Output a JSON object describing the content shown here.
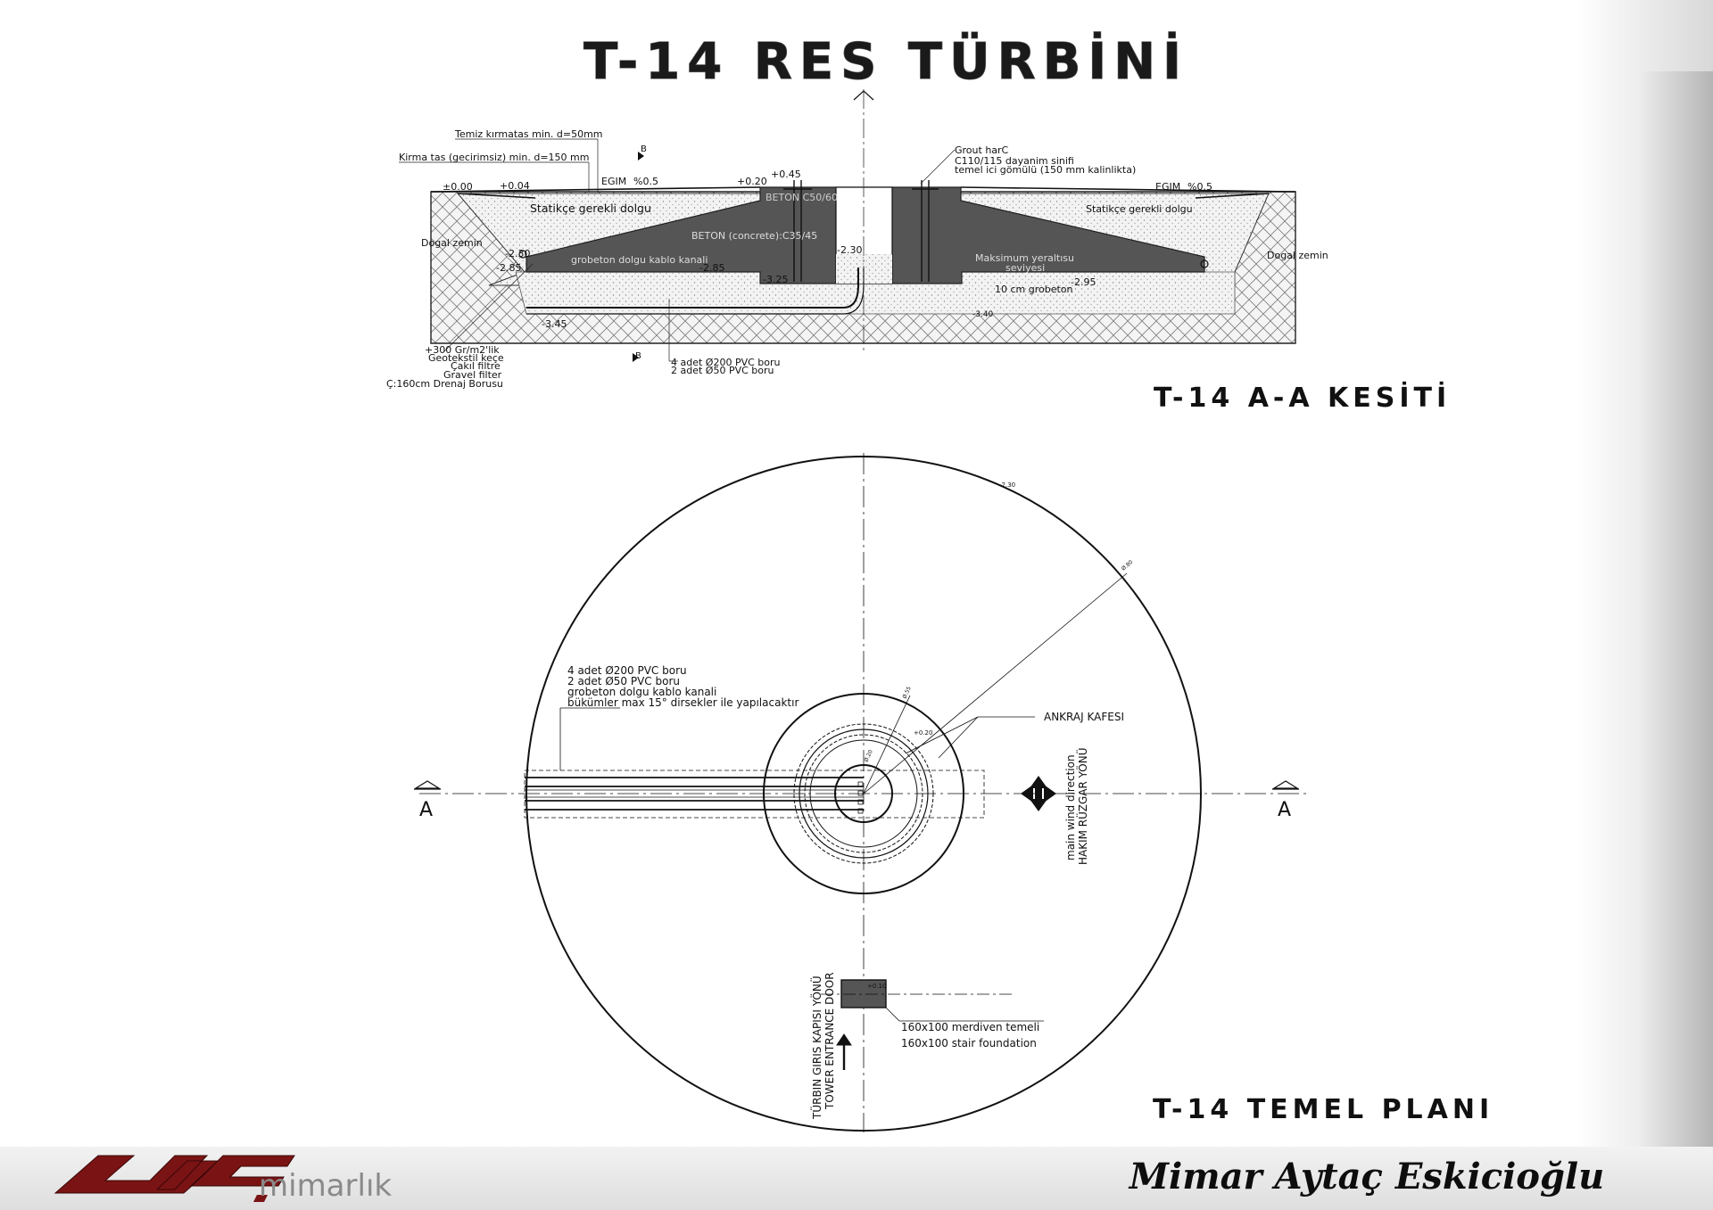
{
  "title": "T-14 RES TÜRBİNİ",
  "section_title": "T-14 A-A KESİTİ",
  "plan_title": "T-14 TEMEL PLANI",
  "signature": "Mimar Aytaç Eskicioğlu",
  "logo": {
    "text": "mimarlık",
    "mark_color": "#7a1414"
  },
  "section": {
    "labels": {
      "clean_crushed": "Temiz kırmatas min. d=50mm",
      "crushed_stone": "Kirma tas (gecirimsiz) min. d=150 mm",
      "b_top": "B",
      "b_bottom": "B",
      "lvl_000": "±0.00",
      "lvl_004": "+0.04",
      "lvl_020": "+0.20",
      "lvl_045": "+0.45",
      "slope_left_label": "EGIM",
      "slope_left_value": "%0.5",
      "slope_right_label": "EGIM",
      "slope_right_value": "%0.5",
      "fill_left": "Statikçe gerekli dolgu",
      "fill_right": "Statikçe gerekli dolgu",
      "grout_1": "Grout harC",
      "grout_2": "C110/115 dayanim sinifi",
      "grout_3": "temel ici gömülü (150 mm kalinlikta)",
      "beton_c50": "BETON C50/60",
      "beton_c35": "BETON (concrete):C35/45",
      "natural_left": "Dogal zemin",
      "natural_right": "Dogal zemin",
      "lvl_230_left": "-2.30",
      "lvl_230_mid": "-2.30",
      "lvl_285_left": "-2.85",
      "lvl_285_mid": "-2.85",
      "lvl_325": "-3.25",
      "lvl_345": "-3.45",
      "lvl_295": "-2.95",
      "lvl_340": "-3.40",
      "cable_channel": "grobeton dolgu kablo kanali",
      "groundwater_1": "Maksimum yeraltısu",
      "groundwater_2": "seviyesi",
      "grobeton_10": "10 cm grobeton",
      "geotextile_1": "+300 Gr/m2'lik",
      "geotextile_2": "Geotekstil keçe",
      "gravel_1": "Çakıl filtre",
      "gravel_2": "Gravel filter",
      "drain": "Ç:160cm Drenaj Borusu",
      "pipe_1": "4 adet Ø200 PVC boru",
      "pipe_2": "2 adet Ø50 PVC boru"
    }
  },
  "plan": {
    "labels": {
      "pipe_1": "4 adet Ø200 PVC boru",
      "pipe_2": "2 adet Ø50 PVC boru",
      "cable_channel": "grobeton dolgu kablo kanali",
      "bends": "bükümler max 15° dirsekler ile yapılacaktır",
      "anchor_cage": "ANKRAJ KAFESI",
      "wind_en": "main wind direction",
      "wind_tr": "HAKIM RÜZGAR YÖNÜ",
      "door_tr": "TÜRBIN GIRIS KAPISI YÖNÜ",
      "door_en": "TOWER ENTRANCE DOOR",
      "stair_tr": "160x100 merdiven temeli",
      "stair_en": "160x100 stair foundation",
      "sec_left": "A",
      "sec_right": "A",
      "lvl_outer": "-2.30",
      "lvl_ped": "+0.20",
      "lvl_stair": "+0.10",
      "dim_outer": "Ø.80",
      "dim_ped": "Ø.55",
      "dim_inner": "Ø.20"
    }
  }
}
